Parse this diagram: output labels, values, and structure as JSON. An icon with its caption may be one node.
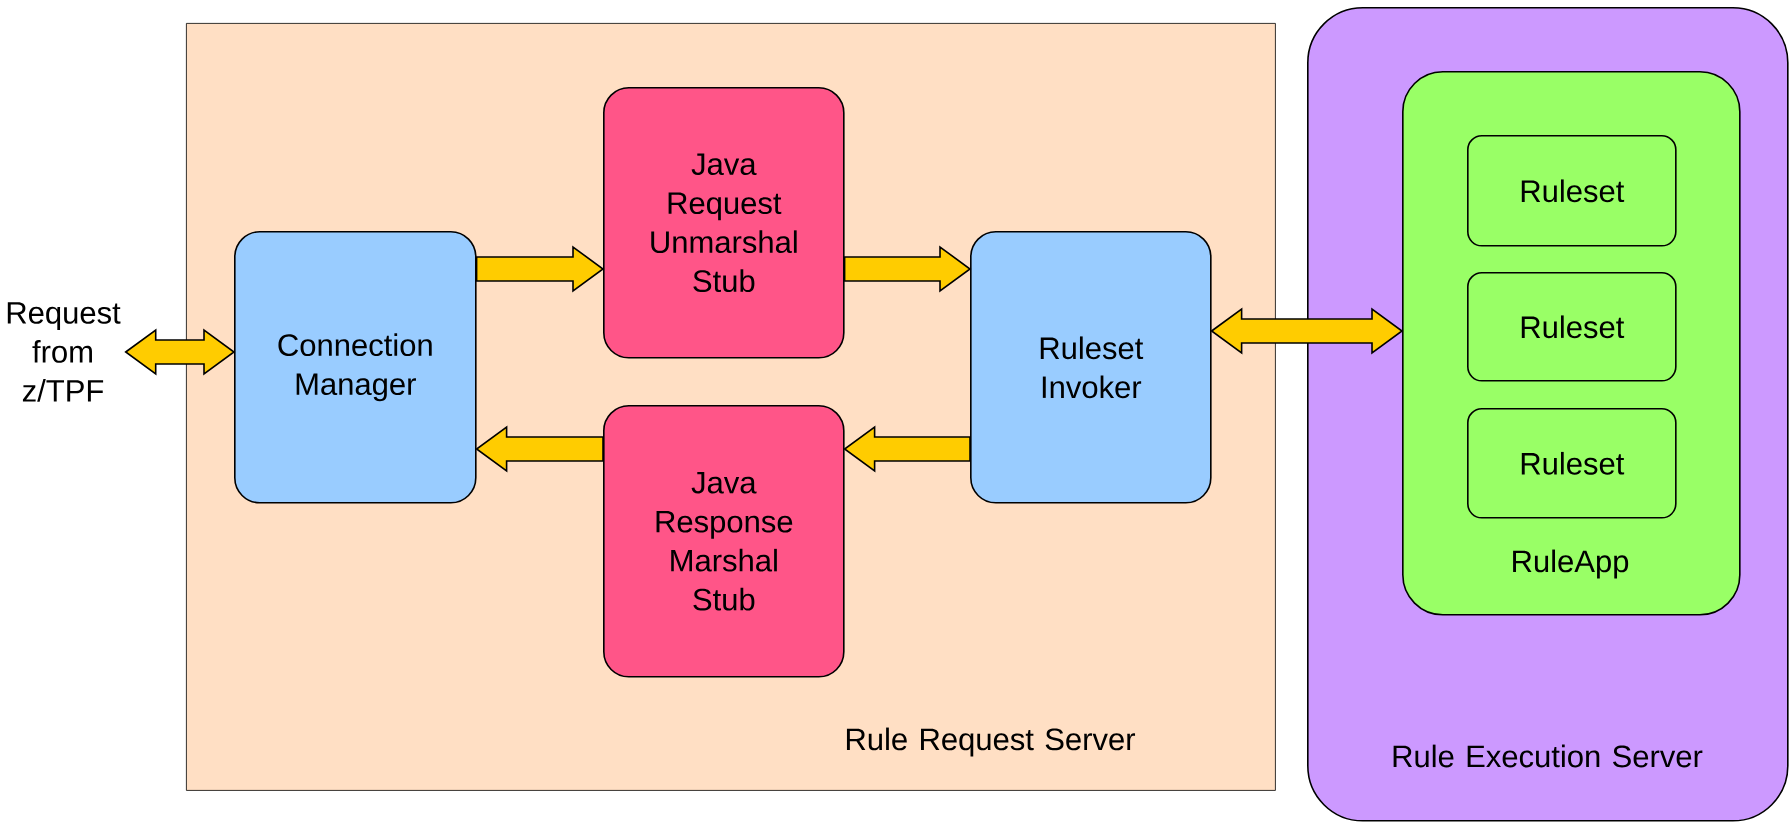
{
  "diagram": {
    "nodes": [
      {
        "text": [
          "Request from z/TPF"
        ]
      },
      {
        "text": [
          "Rule Request Server"
        ]
      },
      {
        "text": [
          "Connection Manager"
        ],
        "in": 1
      },
      {
        "text": [
          "Java Request Unmarshal Stub"
        ],
        "in": 1
      },
      {
        "text": [
          "Java Response Marshal Stub"
        ],
        "in": 1
      },
      {
        "text": [
          "Ruleset Invoker"
        ],
        "in": 1
      },
      {
        "text": [
          "Rule Execution Server"
        ]
      },
      {
        "text": [
          "RuleApp"
        ],
        "in": 6
      },
      {
        "text": [
          "Ruleset"
        ],
        "in": 7
      },
      {
        "text": [
          "Ruleset"
        ],
        "in": 7
      },
      {
        "text": [
          "Ruleset"
        ],
        "in": 7
      }
    ],
    "edges": [
      {
        "from": 0,
        "to": 2,
        "arrow": "both"
      },
      {
        "from": 2,
        "to": 3,
        "arrow": "to"
      },
      {
        "from": 3,
        "to": 5,
        "arrow": "to"
      },
      {
        "from": 5,
        "to": 4,
        "arrow": "to"
      },
      {
        "from": 4,
        "to": 2,
        "arrow": "to"
      },
      {
        "from": 5,
        "to": 7,
        "arrow": "both"
      }
    ]
  }
}
